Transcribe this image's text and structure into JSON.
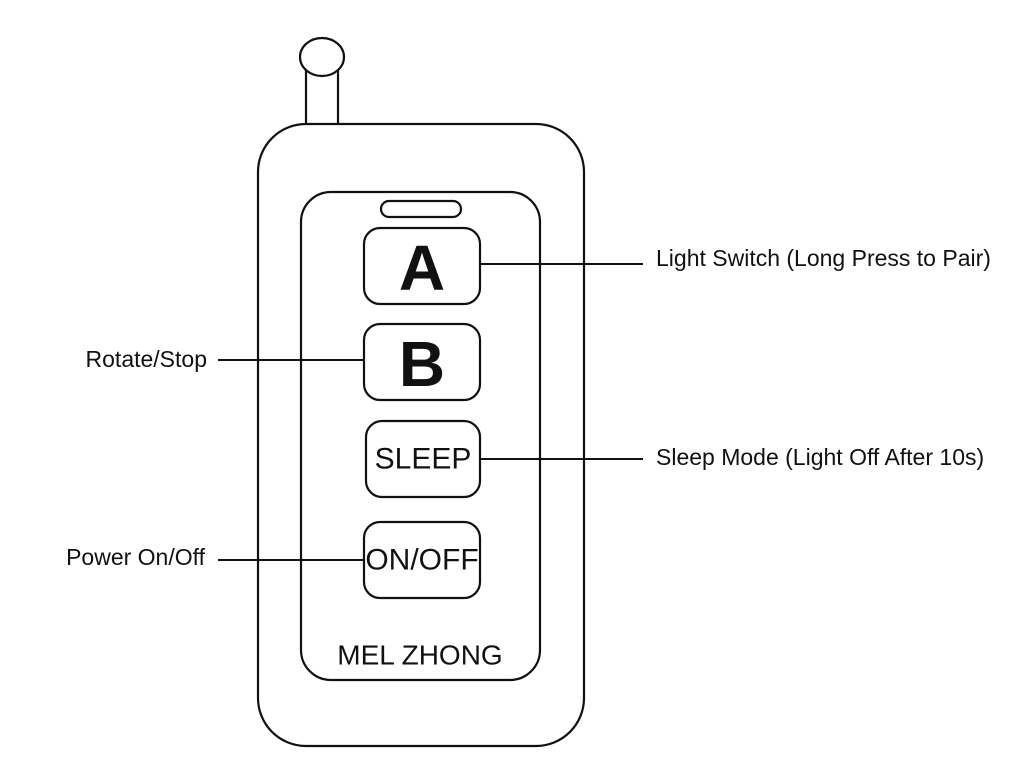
{
  "remote": {
    "brand": "MEL ZHONG",
    "buttons": {
      "a": "A",
      "b": "B",
      "sleep": "SLEEP",
      "onoff": "ON/OFF"
    }
  },
  "callouts": {
    "a": "Light Switch (Long Press to Pair)",
    "b": "Rotate/Stop",
    "sleep": "Sleep Mode (Light Off After 10s)",
    "onoff": "Power On/Off"
  }
}
